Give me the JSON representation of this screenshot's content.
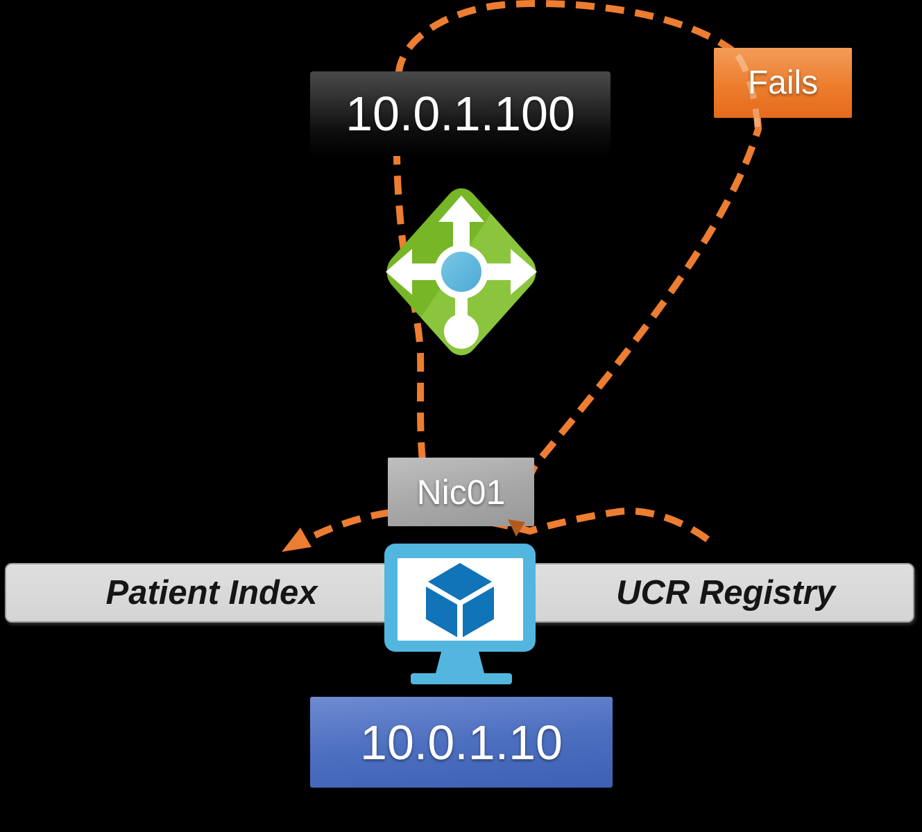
{
  "diagram": {
    "frontend_ip_label": "10.0.1.100",
    "fails_label": "Fails",
    "nic_label": "Nic01",
    "vm_ip_label": "10.0.1.10",
    "left_app_label": "Patient Index",
    "right_app_label": "UCR Registry",
    "icons": {
      "load_balancer": "load-balancer-icon",
      "virtual_machine": "virtual-machine-icon"
    },
    "colors": {
      "background": "#000000",
      "connector_orange": "#ED7D31",
      "arrowhead_dark_orange": "#B25A1D",
      "fails_box_top": "#F49C59",
      "fails_box_bottom": "#E56A1C",
      "frontend_box_top": "#4A4A4A",
      "frontend_box_bottom": "#000000",
      "nic_gray": "#A9A9A9",
      "apps_bar_fill": "#D6D6D6",
      "vm_ip_box_top": "#6E8BD1",
      "vm_ip_box_bottom": "#3D60B4",
      "lb_green": "#77B627",
      "lb_green_light": "#8BC53D",
      "lb_center_blue": "#62B9DD",
      "vm_frame_blue": "#53B6DF",
      "vm_cube_blue": "#1173B8",
      "label_text_light": "#FFFFFF",
      "label_text_dark": "#151515"
    }
  }
}
